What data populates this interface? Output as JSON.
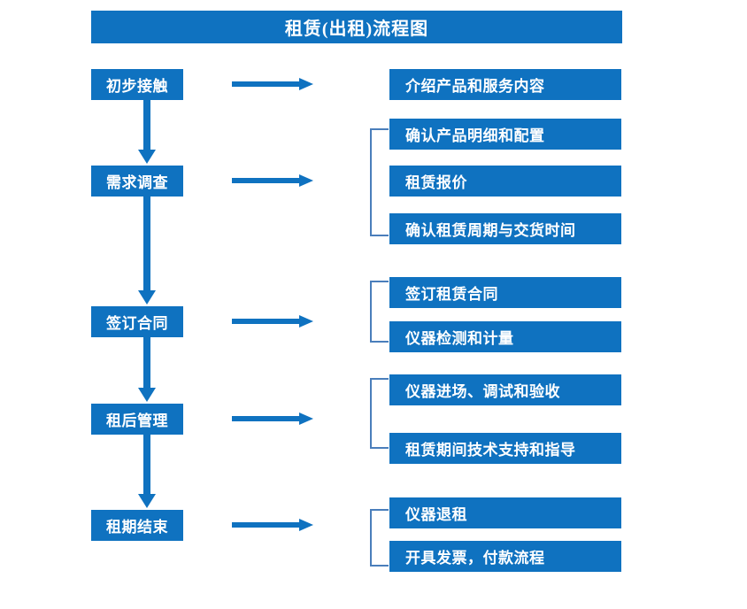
{
  "title": "租赁(出租)流程图",
  "colors": {
    "box_fill": "#0F72C0",
    "box_text": "#FFFFFF",
    "arrow": "#0F72C0",
    "bracket": "#4A7EBB",
    "page_background": "#FFFFFF"
  },
  "stages": [
    {
      "id": "stage-1",
      "label": "初步接触"
    },
    {
      "id": "stage-2",
      "label": "需求调查"
    },
    {
      "id": "stage-3",
      "label": "签订合同"
    },
    {
      "id": "stage-4",
      "label": "租后管理"
    },
    {
      "id": "stage-5",
      "label": "租期结束"
    }
  ],
  "details": [
    {
      "id": "detail-1",
      "label": "介绍产品和服务内容"
    },
    {
      "id": "detail-2",
      "label": "确认产品明细和配置"
    },
    {
      "id": "detail-3",
      "label": "租赁报价"
    },
    {
      "id": "detail-4",
      "label": "确认租赁周期与交货时间"
    },
    {
      "id": "detail-5",
      "label": "签订租赁合同"
    },
    {
      "id": "detail-6",
      "label": "仪器检测和计量"
    },
    {
      "id": "detail-7",
      "label": "仪器进场、调试和验收"
    },
    {
      "id": "detail-8",
      "label": "租赁期间技术支持和指导"
    },
    {
      "id": "detail-9",
      "label": "仪器退租"
    },
    {
      "id": "detail-10",
      "label": "开具发票，付款流程"
    }
  ],
  "groups": [
    {
      "id": "group-1",
      "stage": "需求调查",
      "details": [
        "确认产品明细和配置",
        "租赁报价",
        "确认租赁周期与交货时间"
      ]
    },
    {
      "id": "group-2",
      "stage": "签订合同",
      "details": [
        "签订租赁合同",
        "仪器检测和计量"
      ]
    },
    {
      "id": "group-3",
      "stage": "租后管理",
      "details": [
        "仪器进场、调试和验收",
        "租赁期间技术支持和指导"
      ]
    },
    {
      "id": "group-4",
      "stage": "租期结束",
      "details": [
        "仪器退租",
        "开具发票，付款流程"
      ]
    }
  ],
  "connectors": {
    "vertical_arrows": 4,
    "horizontal_arrows": 5,
    "brackets": 4
  }
}
